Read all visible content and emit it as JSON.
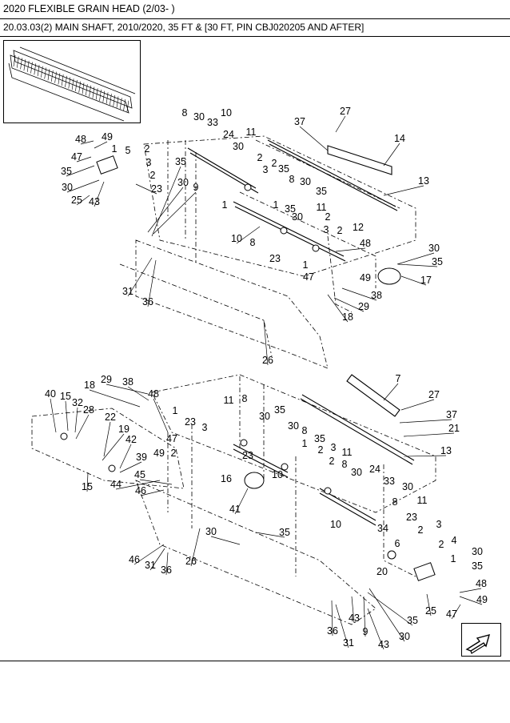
{
  "header": {
    "title": "2020 FLEXIBLE GRAIN HEAD (2/03- )",
    "subtitle": "20.03.03(2) MAIN SHAFT, 2010/2020, 35 FT & [30 FT, PIN CBJ020205 AND AFTER]"
  },
  "diagram": {
    "thumbnail_icon": "header-overview-thumbnail",
    "nav_icon": "next-page-arrow-icon",
    "callouts": [
      {
        "id": "c1",
        "t": "27"
      },
      {
        "id": "c2",
        "t": "8"
      },
      {
        "id": "c3",
        "t": "30"
      },
      {
        "id": "c4",
        "t": "10"
      },
      {
        "id": "c5",
        "t": "33"
      },
      {
        "id": "c6",
        "t": "37"
      },
      {
        "id": "c7",
        "t": "24"
      },
      {
        "id": "c8",
        "t": "11"
      },
      {
        "id": "c9",
        "t": "14"
      },
      {
        "id": "c10",
        "t": "48"
      },
      {
        "id": "c11",
        "t": "49"
      },
      {
        "id": "c12",
        "t": "30"
      },
      {
        "id": "c13",
        "t": "1"
      },
      {
        "id": "c14",
        "t": "5"
      },
      {
        "id": "c15",
        "t": "2"
      },
      {
        "id": "c16",
        "t": "47"
      },
      {
        "id": "c17",
        "t": "3"
      },
      {
        "id": "c18",
        "t": "2"
      },
      {
        "id": "c19",
        "t": "35"
      },
      {
        "id": "c20",
        "t": "35"
      },
      {
        "id": "c21",
        "t": "2"
      },
      {
        "id": "c22",
        "t": "3"
      },
      {
        "id": "c23",
        "t": "35"
      },
      {
        "id": "c24",
        "t": "2"
      },
      {
        "id": "c25",
        "t": "8"
      },
      {
        "id": "c26",
        "t": "30"
      },
      {
        "id": "c27",
        "t": "13"
      },
      {
        "id": "c28",
        "t": "30"
      },
      {
        "id": "c29",
        "t": "1"
      },
      {
        "id": "c30",
        "t": "25"
      },
      {
        "id": "c31",
        "t": "43"
      },
      {
        "id": "c32",
        "t": "23"
      },
      {
        "id": "c33",
        "t": "30"
      },
      {
        "id": "c34",
        "t": "9"
      },
      {
        "id": "c35",
        "t": "35"
      },
      {
        "id": "c36",
        "t": "1"
      },
      {
        "id": "c37",
        "t": "35"
      },
      {
        "id": "c38",
        "t": "30"
      },
      {
        "id": "c39",
        "t": "11"
      },
      {
        "id": "c40",
        "t": "2"
      },
      {
        "id": "c41",
        "t": "12"
      },
      {
        "id": "c42",
        "t": "3"
      },
      {
        "id": "c43",
        "t": "2"
      },
      {
        "id": "c44",
        "t": "10"
      },
      {
        "id": "c45",
        "t": "8"
      },
      {
        "id": "c46",
        "t": "48"
      },
      {
        "id": "c47",
        "t": "30"
      },
      {
        "id": "c48",
        "t": "1"
      },
      {
        "id": "c49",
        "t": "35"
      },
      {
        "id": "c50",
        "t": "23"
      },
      {
        "id": "c51",
        "t": "47"
      },
      {
        "id": "c52",
        "t": "49"
      },
      {
        "id": "c53",
        "t": "17"
      },
      {
        "id": "c54",
        "t": "31"
      },
      {
        "id": "c55",
        "t": "36"
      },
      {
        "id": "c56",
        "t": "38"
      },
      {
        "id": "c57",
        "t": "29"
      },
      {
        "id": "c58",
        "t": "18"
      },
      {
        "id": "c59",
        "t": "26"
      },
      {
        "id": "c60",
        "t": "7"
      },
      {
        "id": "c61",
        "t": "29"
      },
      {
        "id": "c62",
        "t": "38"
      },
      {
        "id": "c63",
        "t": "18"
      },
      {
        "id": "c64",
        "t": "27"
      },
      {
        "id": "c65",
        "t": "40"
      },
      {
        "id": "c66",
        "t": "15"
      },
      {
        "id": "c67",
        "t": "48"
      },
      {
        "id": "c68",
        "t": "32"
      },
      {
        "id": "c69",
        "t": "28"
      },
      {
        "id": "c70",
        "t": "1"
      },
      {
        "id": "c71",
        "t": "11"
      },
      {
        "id": "c72",
        "t": "8"
      },
      {
        "id": "c73",
        "t": "35"
      },
      {
        "id": "c74",
        "t": "37"
      },
      {
        "id": "c75",
        "t": "30"
      },
      {
        "id": "c76",
        "t": "22"
      },
      {
        "id": "c77",
        "t": "23"
      },
      {
        "id": "c78",
        "t": "30"
      },
      {
        "id": "c79",
        "t": "21"
      },
      {
        "id": "c80",
        "t": "19"
      },
      {
        "id": "c81",
        "t": "47"
      },
      {
        "id": "c82",
        "t": "3"
      },
      {
        "id": "c83",
        "t": "8"
      },
      {
        "id": "c84",
        "t": "1"
      },
      {
        "id": "c85",
        "t": "2"
      },
      {
        "id": "c86",
        "t": "35"
      },
      {
        "id": "c87",
        "t": "42"
      },
      {
        "id": "c88",
        "t": "49"
      },
      {
        "id": "c89",
        "t": "23"
      },
      {
        "id": "c90",
        "t": "2"
      },
      {
        "id": "c91",
        "t": "3"
      },
      {
        "id": "c92",
        "t": "13"
      },
      {
        "id": "c93",
        "t": "39"
      },
      {
        "id": "c94",
        "t": "11"
      },
      {
        "id": "c95",
        "t": "2"
      },
      {
        "id": "c96",
        "t": "16"
      },
      {
        "id": "c97",
        "t": "10"
      },
      {
        "id": "c98",
        "t": "8"
      },
      {
        "id": "c99",
        "t": "30"
      },
      {
        "id": "c100",
        "t": "15"
      },
      {
        "id": "c101",
        "t": "44"
      },
      {
        "id": "c102",
        "t": "45"
      },
      {
        "id": "c103",
        "t": "24"
      },
      {
        "id": "c104",
        "t": "46"
      },
      {
        "id": "c105",
        "t": "33"
      },
      {
        "id": "c106",
        "t": "41"
      },
      {
        "id": "c107",
        "t": "30"
      },
      {
        "id": "c108",
        "t": "8"
      },
      {
        "id": "c109",
        "t": "11"
      },
      {
        "id": "c110",
        "t": "10"
      },
      {
        "id": "c111",
        "t": "30"
      },
      {
        "id": "c112",
        "t": "35"
      },
      {
        "id": "c113",
        "t": "23"
      },
      {
        "id": "c114",
        "t": "34"
      },
      {
        "id": "c115",
        "t": "6"
      },
      {
        "id": "c116",
        "t": "3"
      },
      {
        "id": "c117",
        "t": "2"
      },
      {
        "id": "c118",
        "t": "4"
      },
      {
        "id": "c119",
        "t": "2"
      },
      {
        "id": "c120",
        "t": "30"
      },
      {
        "id": "c121",
        "t": "1"
      },
      {
        "id": "c122",
        "t": "35"
      },
      {
        "id": "c123",
        "t": "46"
      },
      {
        "id": "c124",
        "t": "31"
      },
      {
        "id": "c125",
        "t": "36"
      },
      {
        "id": "c126",
        "t": "26"
      },
      {
        "id": "c127",
        "t": "20"
      },
      {
        "id": "c128",
        "t": "48"
      },
      {
        "id": "c129",
        "t": "49"
      },
      {
        "id": "c130",
        "t": "25"
      },
      {
        "id": "c131",
        "t": "47"
      },
      {
        "id": "c132",
        "t": "43"
      },
      {
        "id": "c133",
        "t": "35"
      },
      {
        "id": "c134",
        "t": "36"
      },
      {
        "id": "c135",
        "t": "31"
      },
      {
        "id": "c136",
        "t": "9"
      },
      {
        "id": "c137",
        "t": "43"
      },
      {
        "id": "c138",
        "t": "30"
      }
    ]
  }
}
